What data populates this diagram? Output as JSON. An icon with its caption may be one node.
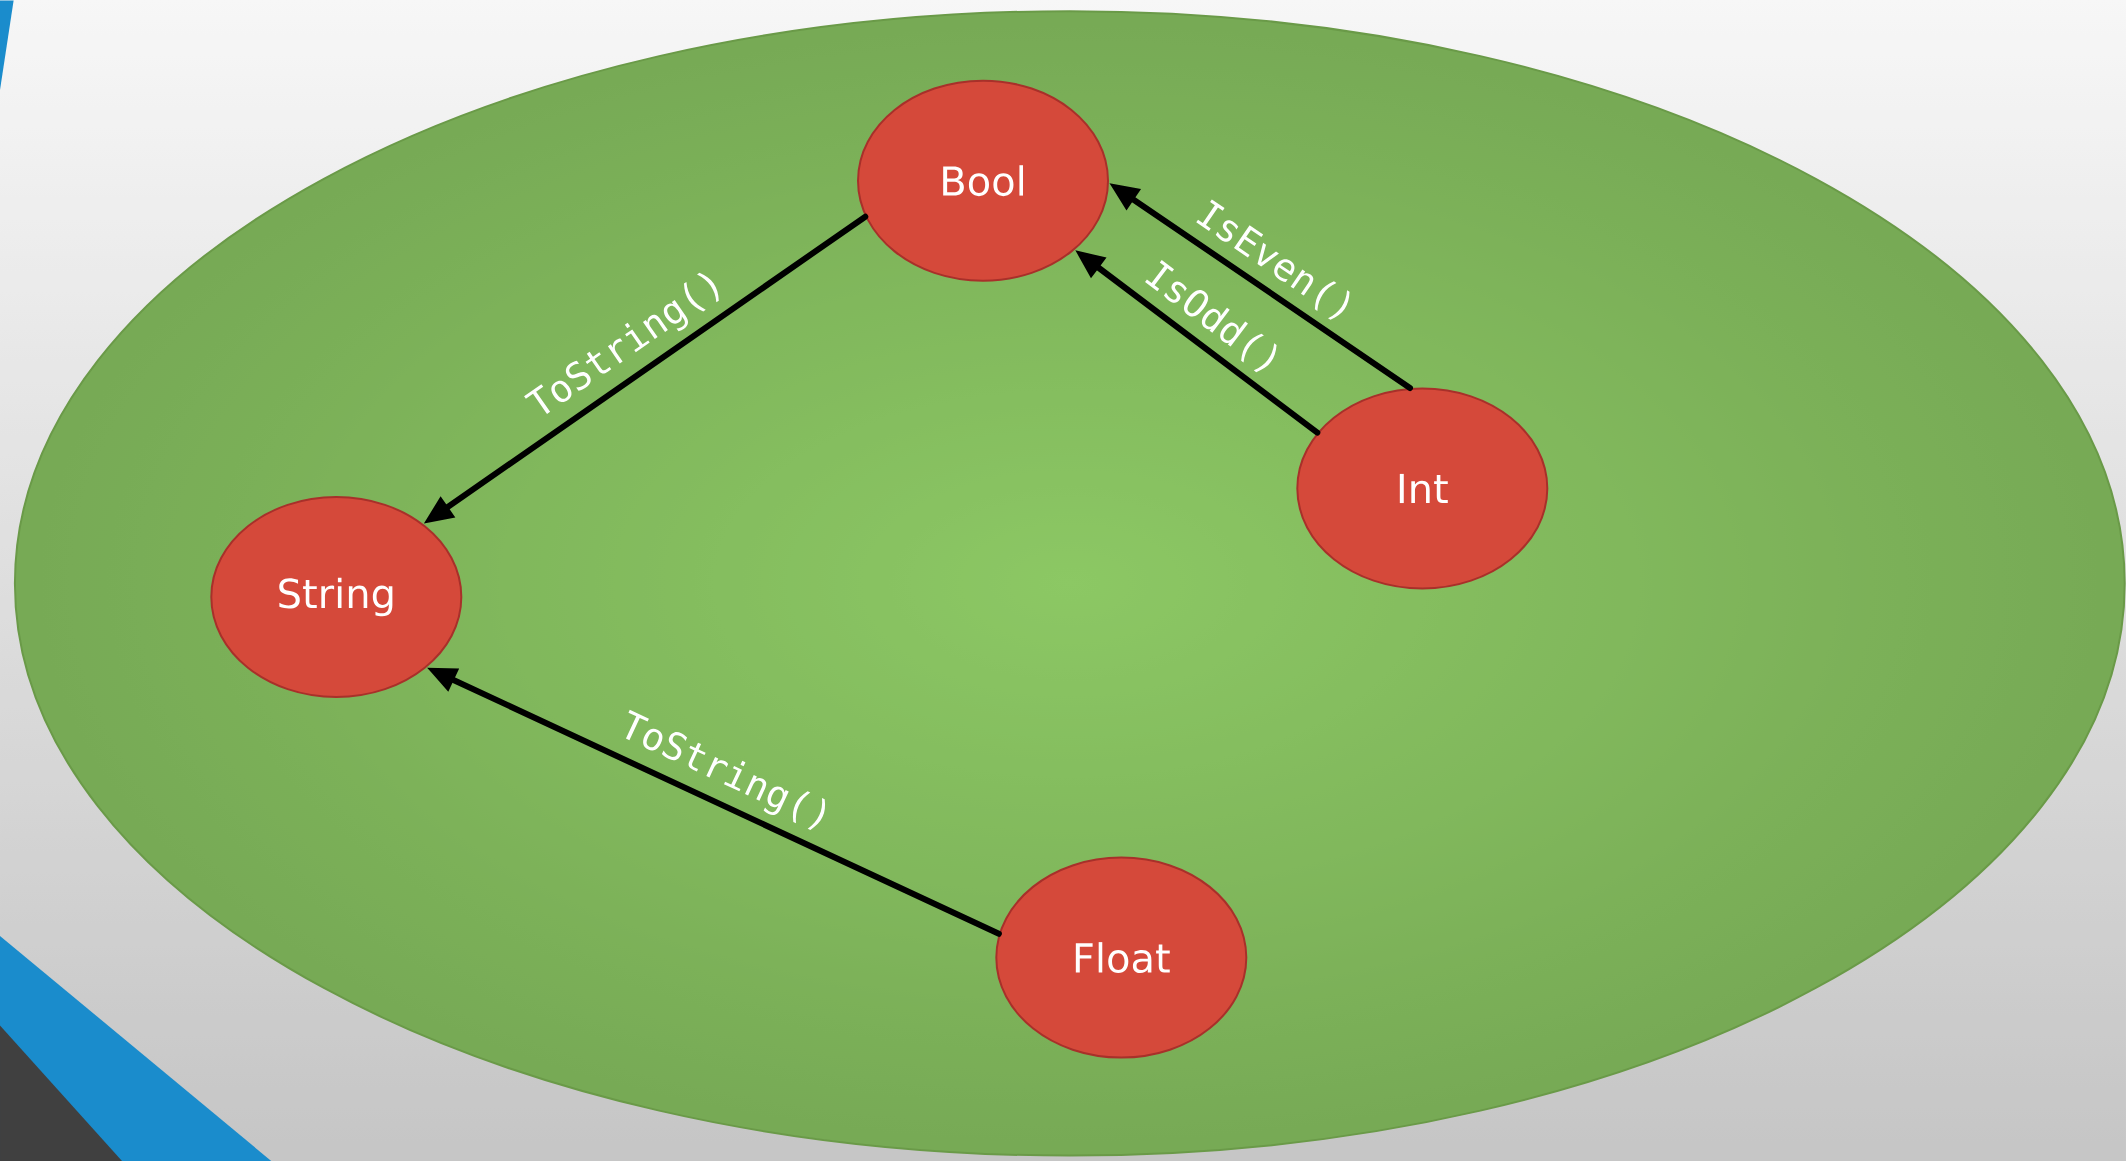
{
  "diagram": {
    "nodes": [
      {
        "text": [
          "Bool"
        ]
      },
      {
        "text": [
          "String"
        ]
      },
      {
        "text": [
          "Int"
        ]
      },
      {
        "text": [
          "Float"
        ]
      }
    ],
    "edges": [
      {
        "from": 0,
        "to": 1,
        "arrow": "to",
        "label": "ToString()"
      },
      {
        "from": 2,
        "to": 0,
        "arrow": "to",
        "label": "IsEven()"
      },
      {
        "from": 2,
        "to": 0,
        "arrow": "to",
        "label": "IsOdd()"
      },
      {
        "from": 3,
        "to": 1,
        "arrow": "to",
        "label": "ToString()"
      }
    ]
  }
}
